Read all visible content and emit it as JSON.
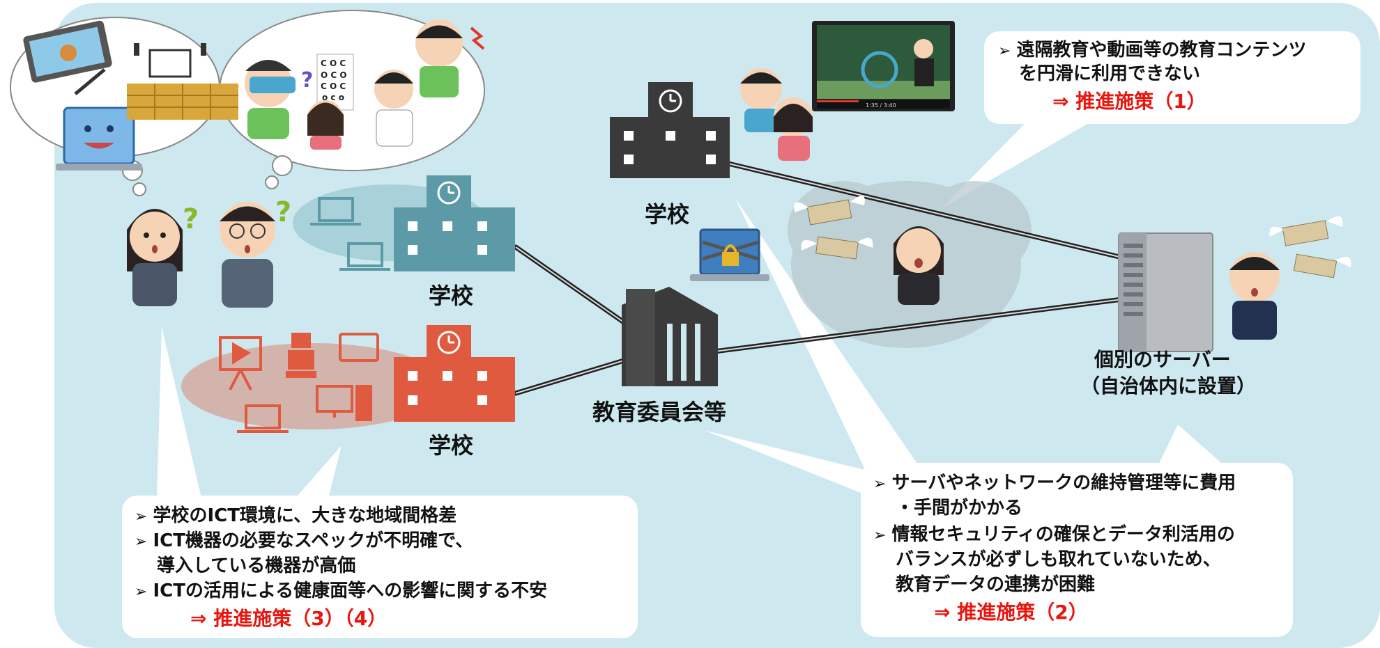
{
  "labels": {
    "school_teal": "学校",
    "school_red": "学校",
    "school_top": "学校",
    "board": "教育委員会等",
    "server_line1": "個別のサーバー",
    "server_line2": "（自治体内に設置）"
  },
  "callouts": {
    "top_right": {
      "lines": [
        "遠隔教育や動画等の教育コンテンツ",
        "を円滑に利用できない"
      ],
      "measure": "⇒ 推進施策（1）"
    },
    "bottom_left": {
      "items": [
        "学校のICT環境に、大きな地域間格差",
        "ICT機器の必要なスペックが不明確で、",
        "導入している機器が高価",
        "ICTの活用による健康面等への影響に関する不安"
      ],
      "measure": "⇒ 推進施策（3）（4）"
    },
    "bottom_right": {
      "items": [
        "サーバやネットワークの維持管理等に費用",
        "・手間がかかる",
        "情報セキュリティの確保とデータ利活用の",
        "バランスが必ずしも取れていないため、",
        "教育データの連携が困難"
      ],
      "measure": "⇒ 推進施策（2）"
    }
  },
  "bullet_glyph": "➢",
  "video_time": "1:35 / 3:40",
  "colors": {
    "background": "#cde9ef",
    "school_teal": "#5b9aa6",
    "school_red": "#e05a3f",
    "building_dark": "#3a3a3a",
    "measure_red": "#e8160f"
  }
}
